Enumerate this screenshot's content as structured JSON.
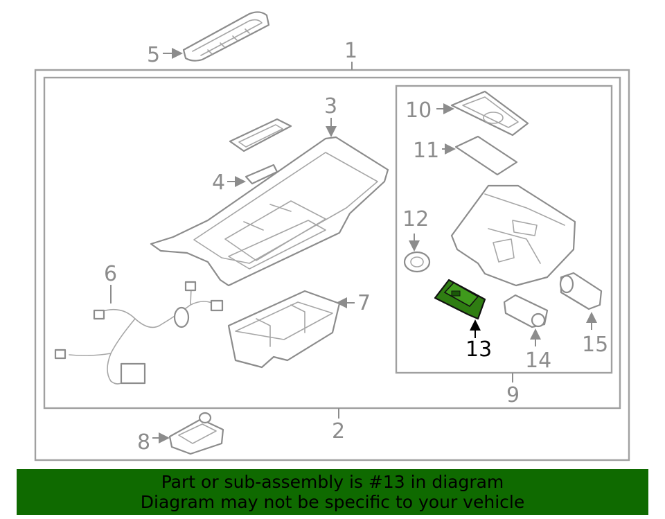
{
  "diagram": {
    "callouts": {
      "c1": "1",
      "c2": "2",
      "c3": "3",
      "c4": "4",
      "c5": "5",
      "c6": "6",
      "c7": "7",
      "c8": "8",
      "c9": "9",
      "c10": "10",
      "c11": "11",
      "c12": "12",
      "c13": "13",
      "c14": "14",
      "c15": "15"
    },
    "highlighted_part": "13",
    "colors": {
      "highlight_fill": "#2f7d12",
      "banner_bg": "#0f6a00",
      "line": "#8c8c8c"
    }
  },
  "banner": {
    "line1": "Part or sub-assembly is #13 in diagram",
    "line2": "Diagram may not be specific to your vehicle"
  }
}
